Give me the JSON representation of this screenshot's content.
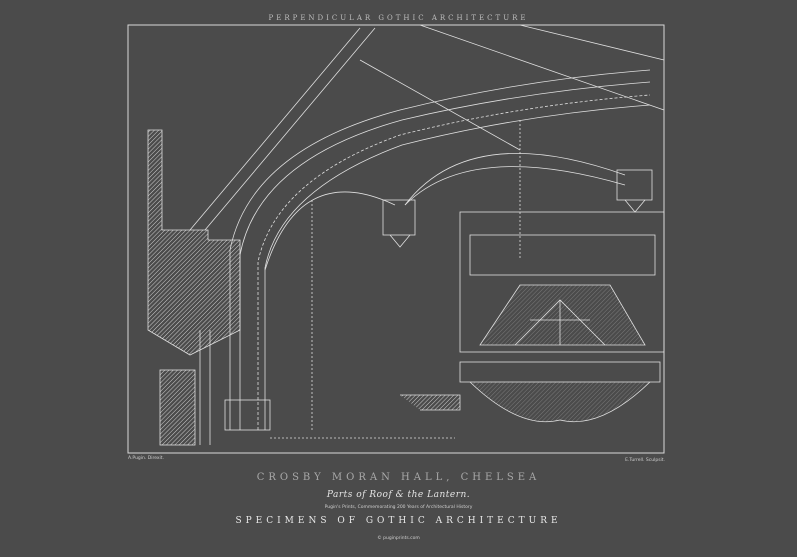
{
  "header": {
    "top_title": "PERPENDICULAR GOTHIC ARCHITECTURE"
  },
  "credits": {
    "left": "A.Pugin. Direxit.",
    "right": "E.Turrell. Sculpsit."
  },
  "caption": {
    "title": "CROSBY MORAN HALL, CHELSEA",
    "subtitle": "Parts of Roof & the Lantern.",
    "commemoration": "Pugin's Prints, Commemorating 200 Years of Architectural History",
    "series": "SPECIMENS OF GOTHIC ARCHITECTURE",
    "site": "© puginprints.com"
  },
  "colors": {
    "background": "#4b4b4b",
    "lines": "#e0e0e0"
  }
}
